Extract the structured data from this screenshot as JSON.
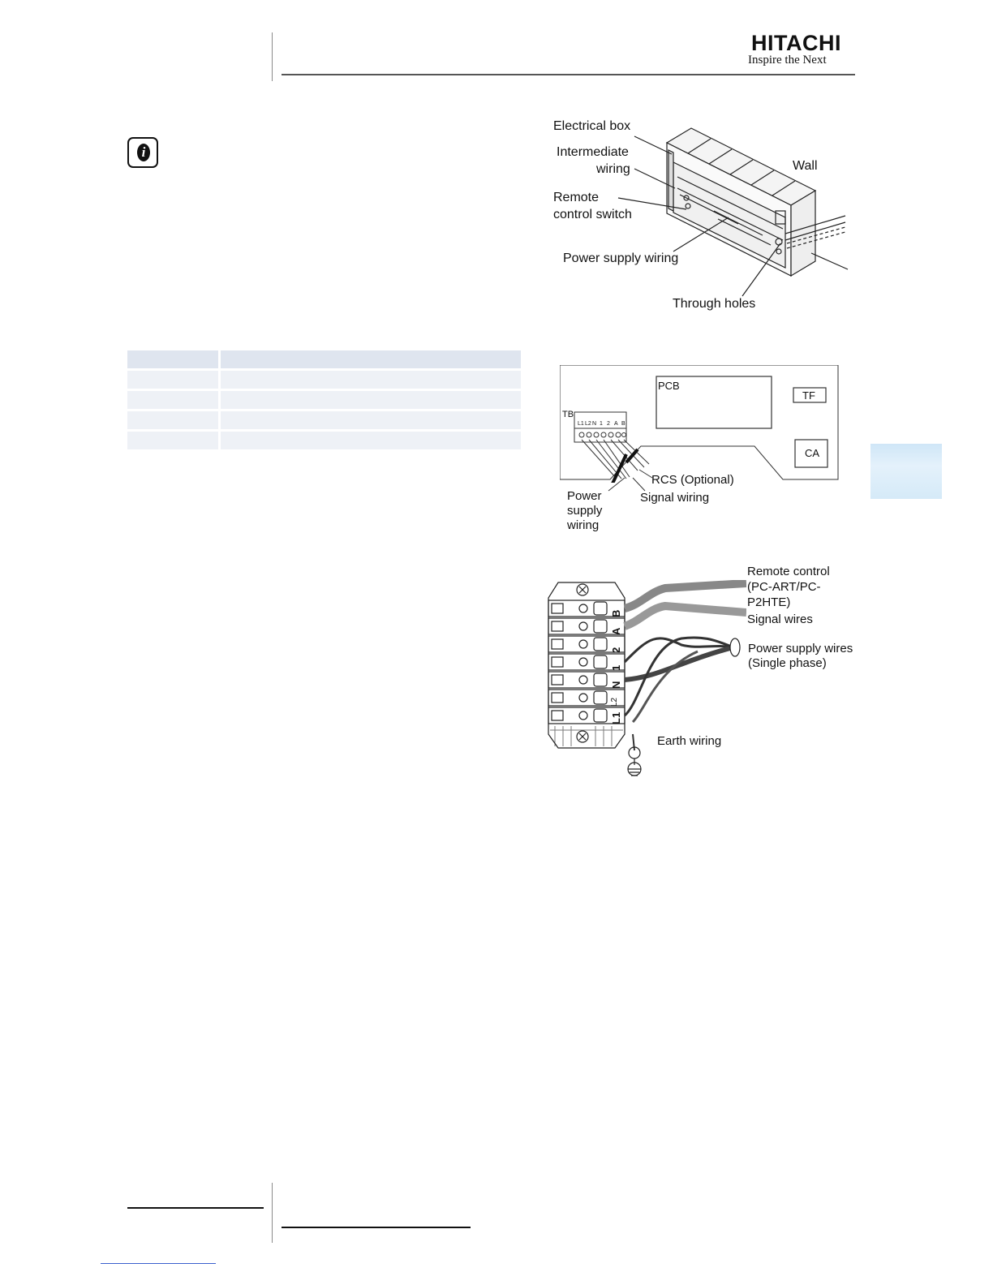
{
  "header": {
    "brand_name": "HITACHI",
    "brand_tagline": "Inspire the Next"
  },
  "info_icon": "info-icon",
  "figure1": {
    "labels": {
      "electrical_box": "Electrical box",
      "intermediate_line1": "Intermediate",
      "intermediate_line2": "wiring",
      "wall": "Wall",
      "remote_line1": "Remote",
      "remote_line2": "control switch",
      "power_supply": "Power supply wiring",
      "through_holes": "Through holes"
    }
  },
  "figure2": {
    "labels": {
      "pcb": "PCB",
      "tf": "TF",
      "ca": "CA",
      "tb": "TB",
      "terminals": [
        "L1",
        "L2",
        "N",
        "1",
        "2",
        "A",
        "B"
      ],
      "rcs": "RCS (Optional)",
      "signal": "Signal wiring",
      "power_line1": "Power",
      "power_line2": "supply",
      "power_line3": "wiring"
    }
  },
  "figure3": {
    "terminals": [
      "B",
      "A",
      "2",
      "1",
      "N",
      "L2",
      "L1"
    ],
    "labels": {
      "remote_line1": "Remote control",
      "remote_line2": "(PC-ART/PC-",
      "remote_line3": "P2HTE)",
      "signal": "Signal wires",
      "power_line1": "Power supply wires",
      "power_line2": "(Single phase)",
      "earth": "Earth wiring"
    }
  },
  "colors": {
    "table_head": "#dfe5ef",
    "table_row": "#eef1f6",
    "side_tab": "#d5eaf8",
    "footer_link": "#3a5fcd"
  }
}
